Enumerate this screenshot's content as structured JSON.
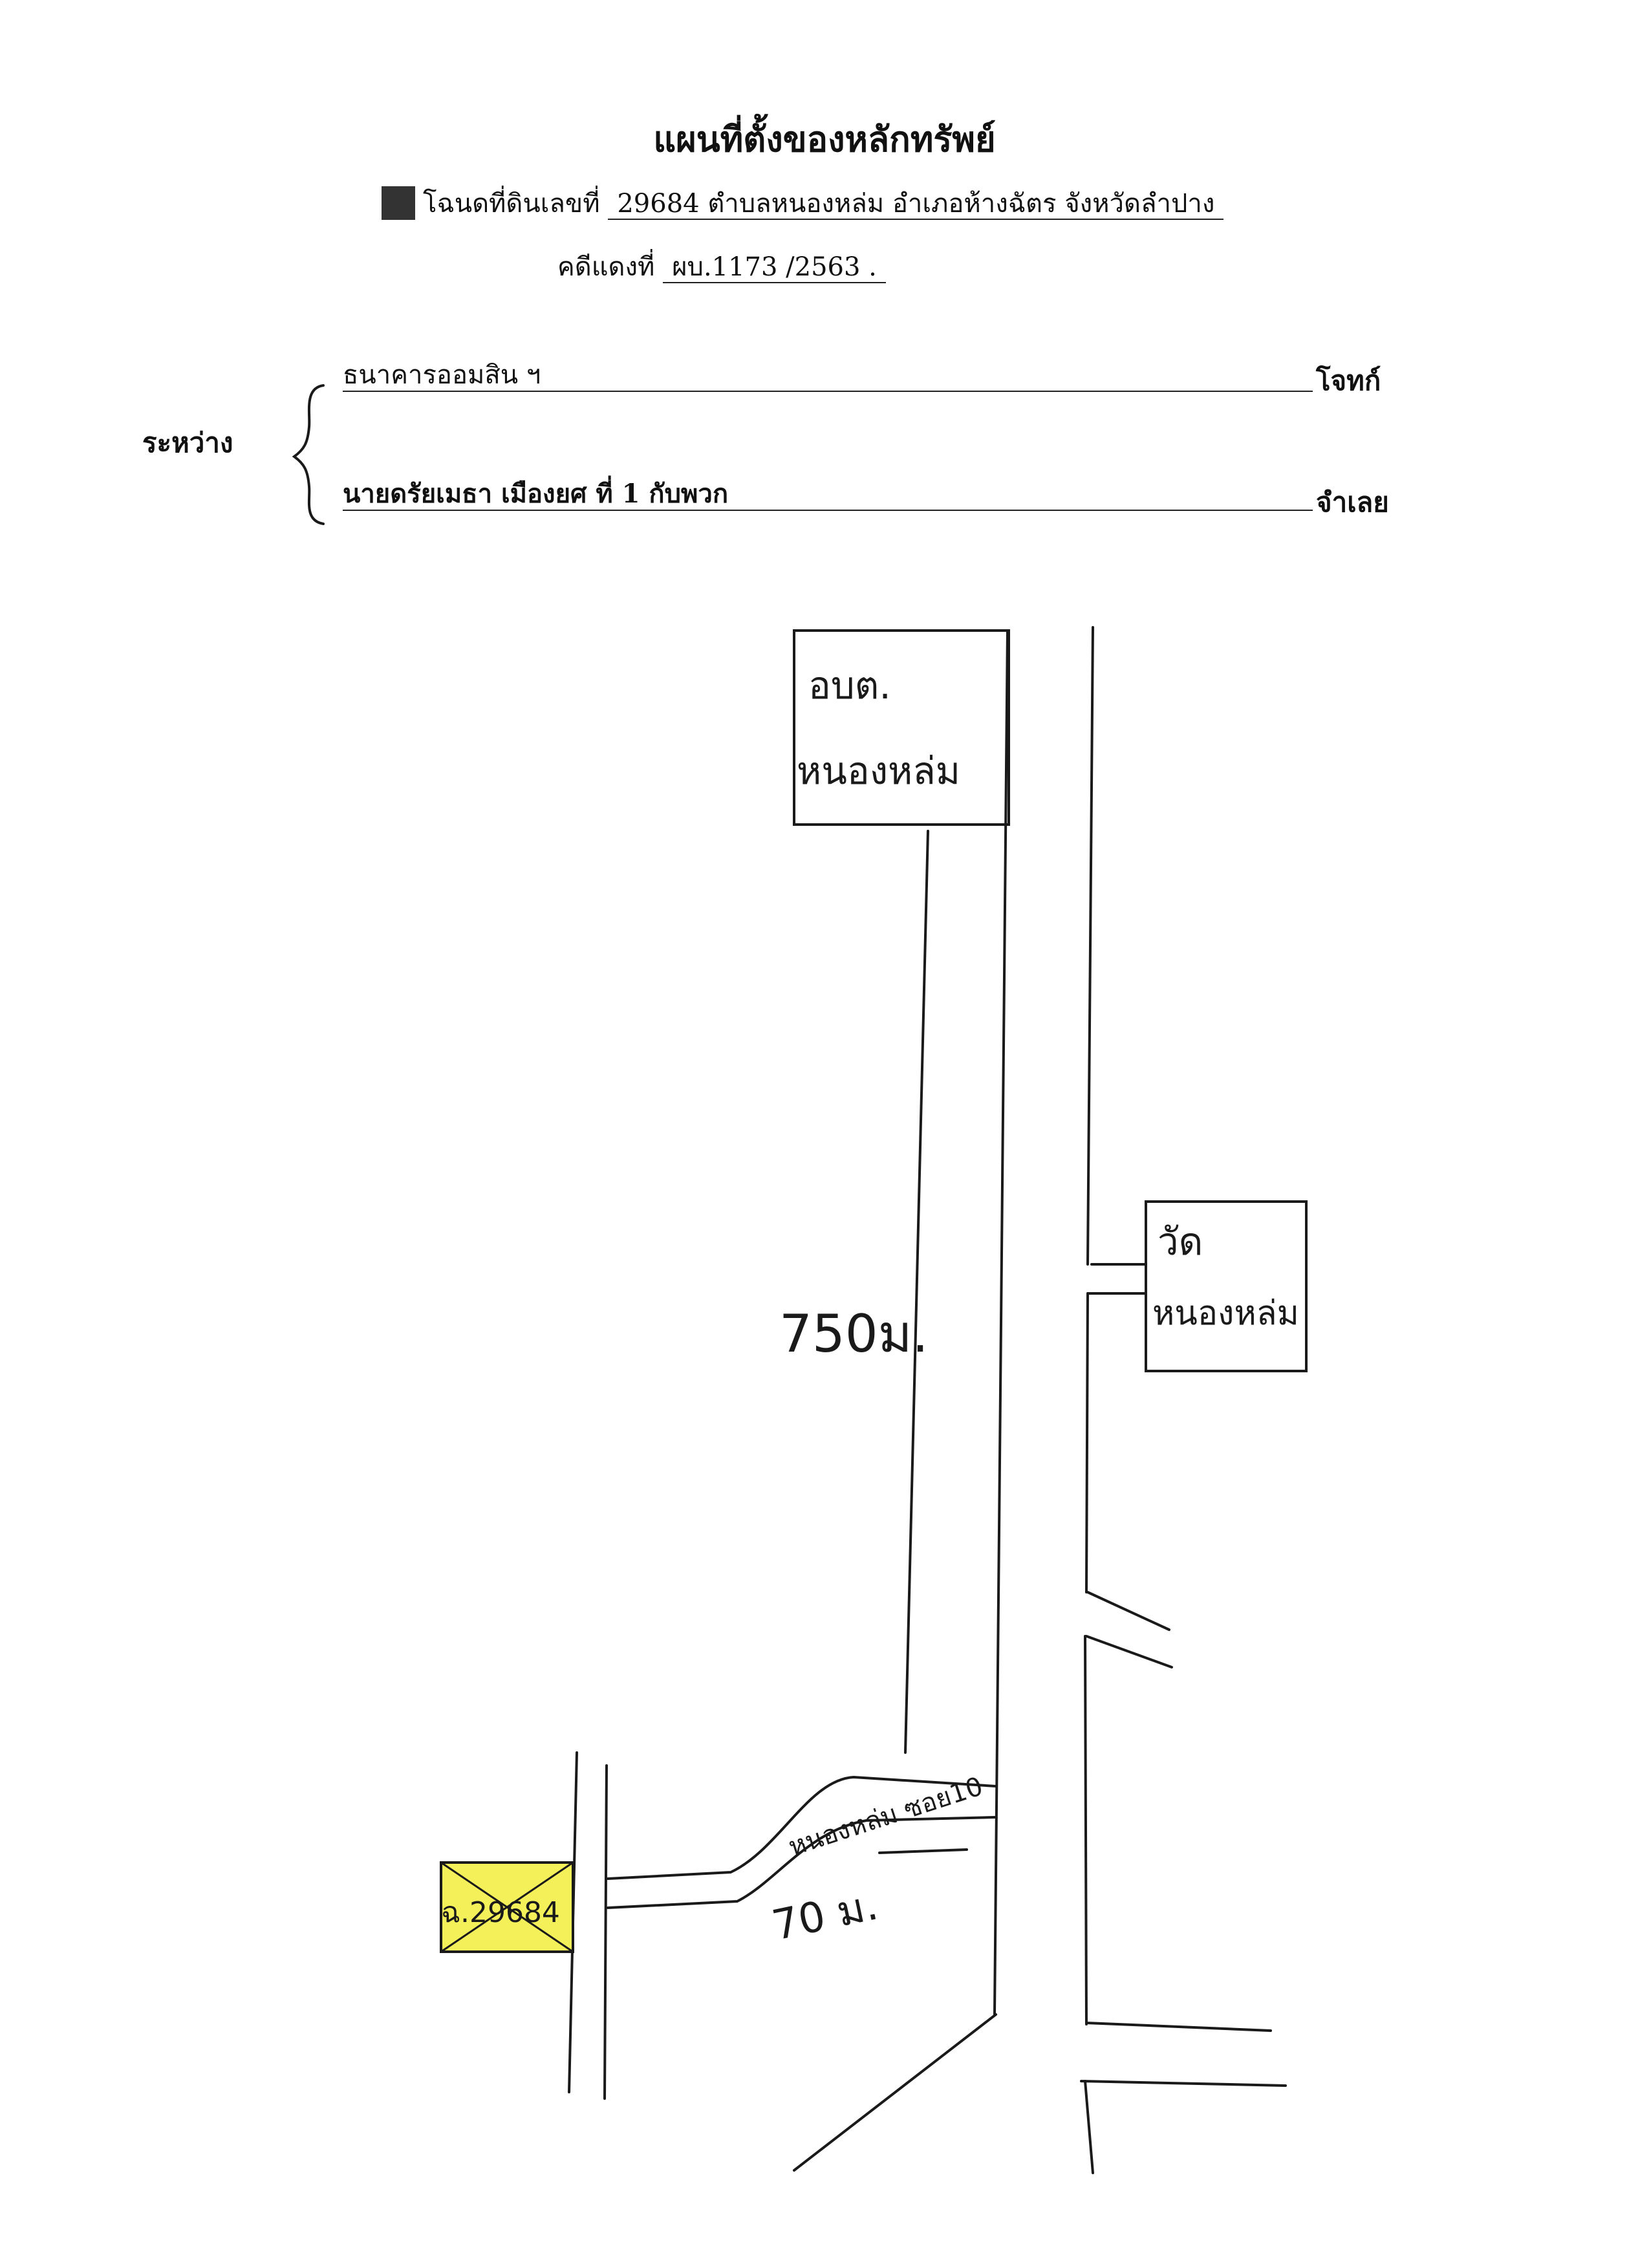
{
  "header": {
    "title": "แผนที่ตั้งของหลักทรัพย์",
    "deed_label": "โฉนดที่ดินเลขที่",
    "deed_location": "29684  ตำบลหนองหล่ม  อำเภอห้างฉัตร  จังหวัดลำปาง",
    "case_label": "คดีแดงที่",
    "case_number": "ผบ.1173 /2563  ."
  },
  "parties": {
    "between_label": "ระหว่าง",
    "plaintiff": "ธนาคารออมสิน ฯ",
    "plaintiff_role": "โจทก์",
    "defendant": "นายดรัยเมธา  เมืองยศ   ที่  1  กับพวก",
    "defendant_role": "จำเลย"
  },
  "map": {
    "landmark_top_line1": "อบต.",
    "landmark_top_line2": "หนองหล่ม",
    "landmark_temple_line1": "วัด",
    "landmark_temple_line2": "หนองหล่ม",
    "distance_main": "750ม.",
    "side_road_name": "หนองหล่ม ซอย10",
    "distance_side": "70 ม.",
    "parcel_label": "ฉ.29684",
    "parcel_color": "#f3f05a"
  }
}
